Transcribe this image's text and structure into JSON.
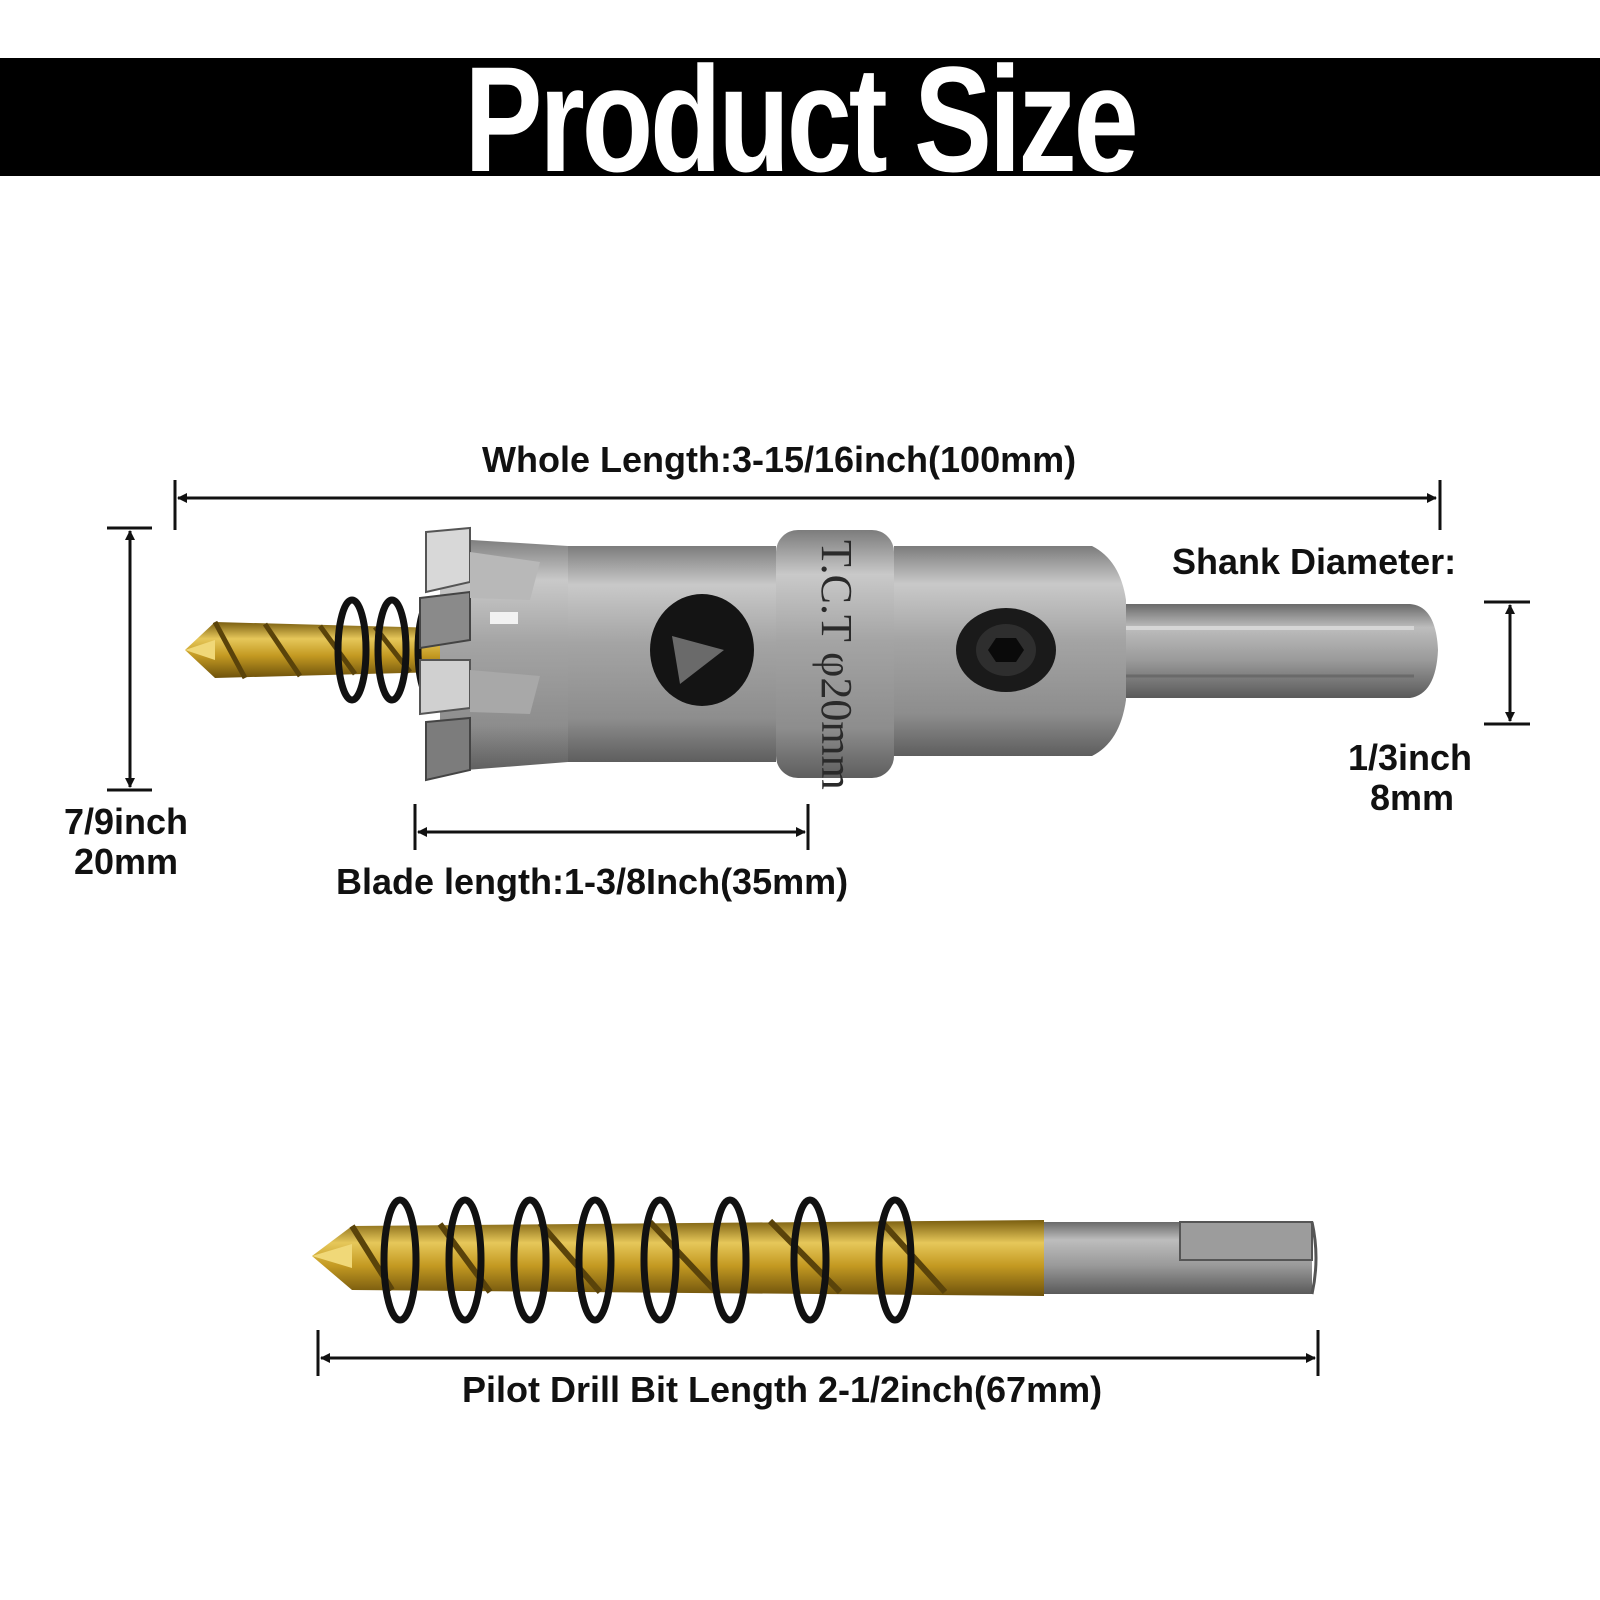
{
  "header": {
    "title": "Product Size"
  },
  "hole_saw": {
    "engraving": "T.C.T φ20mm",
    "whole_length": "Whole Length:3-15/16inch(100mm)",
    "shank_diameter_label": "Shank Diameter:",
    "shank_diameter_inch": "1/3inch",
    "shank_diameter_mm": "8mm",
    "cutter_diameter_inch": "7/9inch",
    "cutter_diameter_mm": "20mm",
    "blade_length": "Blade length:1-3/8Inch(35mm)"
  },
  "pilot_drill": {
    "length": "Pilot Drill Bit Length 2-1/2inch(67mm)"
  },
  "colors": {
    "banner": "#000000",
    "steel": "#9a9a9a",
    "gold": "#c8a020",
    "spring": "#111111"
  }
}
